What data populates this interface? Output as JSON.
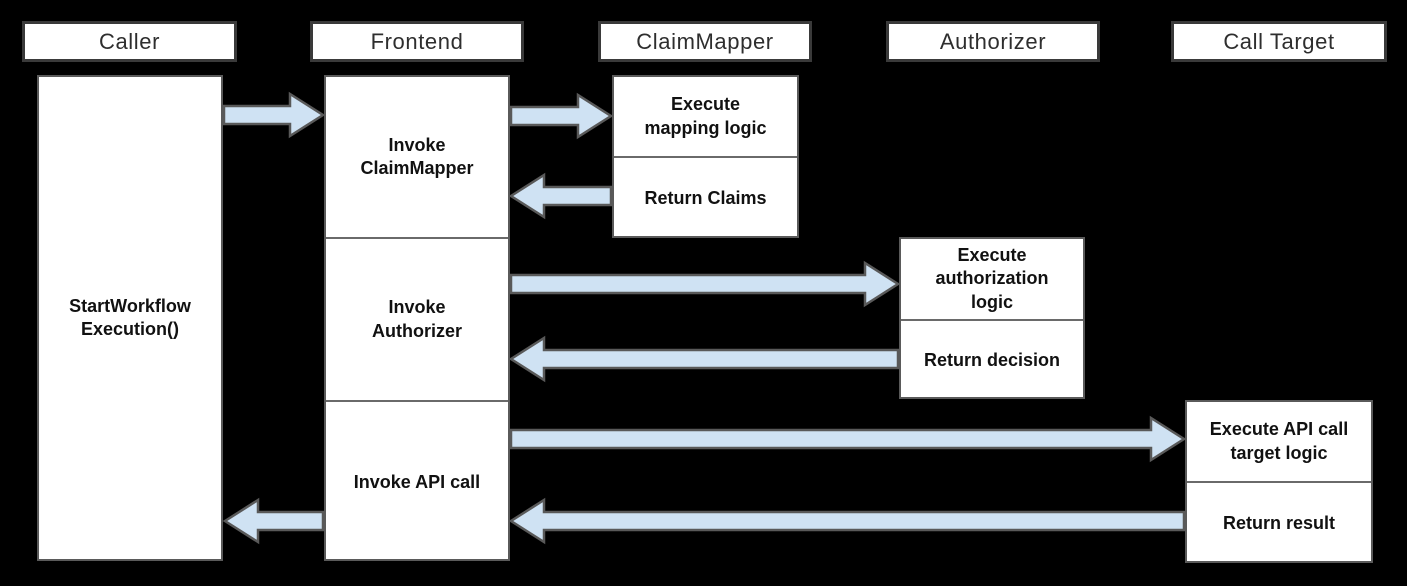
{
  "colors": {
    "background": "#000000",
    "box_fill": "#ffffff",
    "box_border": "#5a5a5a",
    "header_border": "#3a3a3a",
    "divider": "#6a6a6a",
    "header_text": "#2e2e2e",
    "label_text": "#111111",
    "arrow_fill": "#cfe2f3",
    "arrow_stroke": "#595959"
  },
  "lanes": [
    {
      "name": "Caller"
    },
    {
      "name": "Frontend"
    },
    {
      "name": "ClaimMapper"
    },
    {
      "name": "Authorizer"
    },
    {
      "name": "Call Target"
    }
  ],
  "caller": {
    "activity": "StartWorkflow\nExecution()"
  },
  "frontend": {
    "steps": [
      {
        "label": "Invoke\nClaimMapper"
      },
      {
        "label": "Invoke\nAuthorizer"
      },
      {
        "label": "Invoke API call"
      }
    ]
  },
  "claim_mapper": {
    "steps": [
      {
        "label": "Execute\nmapping logic"
      },
      {
        "label": "Return Claims"
      }
    ]
  },
  "authorizer": {
    "steps": [
      {
        "label": "Execute\nauthorization\nlogic"
      },
      {
        "label": "Return decision"
      }
    ]
  },
  "call_target": {
    "steps": [
      {
        "label": "Execute API call\ntarget logic"
      },
      {
        "label": "Return result"
      }
    ]
  }
}
